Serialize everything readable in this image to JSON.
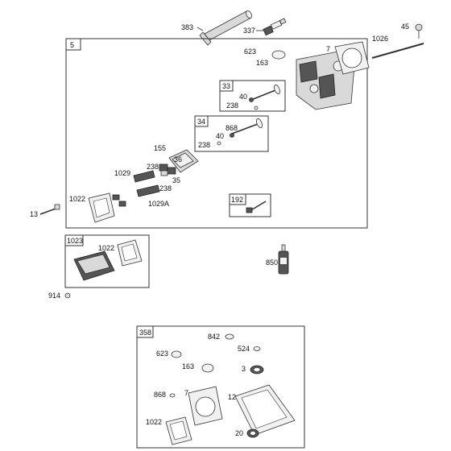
{
  "groups": {
    "g5": "5",
    "g33": "33",
    "g34": "34",
    "g192": "192",
    "g1023": "1023",
    "g358": "358"
  },
  "labels": {
    "p383": "383",
    "p337": "337",
    "p45": "45",
    "p1026": "1026",
    "p623": "623",
    "p7": "7",
    "p163": "163",
    "p40a": "40",
    "p238a": "238",
    "p868a": "868",
    "p40b": "40",
    "p238b": "238",
    "p155": "155",
    "p36": "36",
    "p238c": "238",
    "p1029": "1029",
    "p35": "35",
    "p238d": "238",
    "p1022a": "1022",
    "p1029A": "1029A",
    "p13": "13",
    "p1022b": "1022",
    "p850": "850",
    "p914": "914",
    "k842": "842",
    "k524": "524",
    "k623": "623",
    "k163": "163",
    "k3": "3",
    "k868": "868",
    "k7": "7",
    "k12": "12",
    "k1022": "1022",
    "k20": "20"
  },
  "icons": {
    "spark_plug": "spark-plug-icon",
    "tube": "spark-plug-wrench-icon",
    "cylinder_head": "cylinder-head-icon",
    "valve": "valve-icon",
    "rocker_arm": "rocker-arm-icon",
    "spring": "valve-spring-icon",
    "gasket": "gasket-icon",
    "seal": "oil-seal-icon",
    "cover": "valve-cover-icon",
    "bottle": "sealant-bottle-icon",
    "screw": "screw-icon"
  }
}
